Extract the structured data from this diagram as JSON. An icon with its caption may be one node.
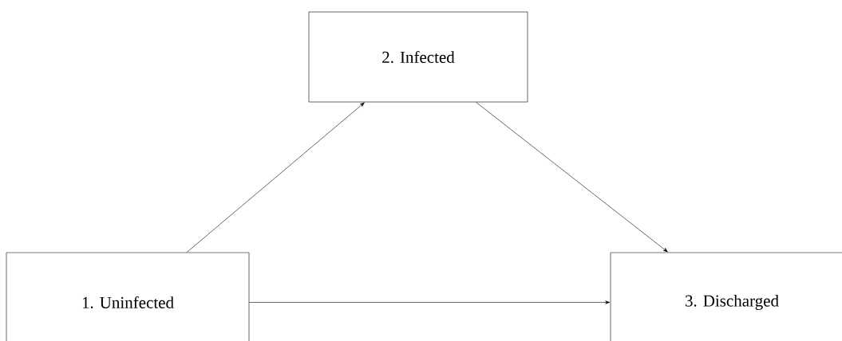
{
  "diagram": {
    "nodes": [
      {
        "text": [
          "1. Uninfected"
        ]
      },
      {
        "text": [
          "2. Infected"
        ]
      },
      {
        "text": [
          "3. Discharged"
        ]
      }
    ],
    "edges": [
      {
        "from": 0,
        "to": 1,
        "arrow": "to"
      },
      {
        "from": 1,
        "to": 2,
        "arrow": "to"
      },
      {
        "from": 0,
        "to": 2,
        "arrow": "to"
      }
    ]
  }
}
